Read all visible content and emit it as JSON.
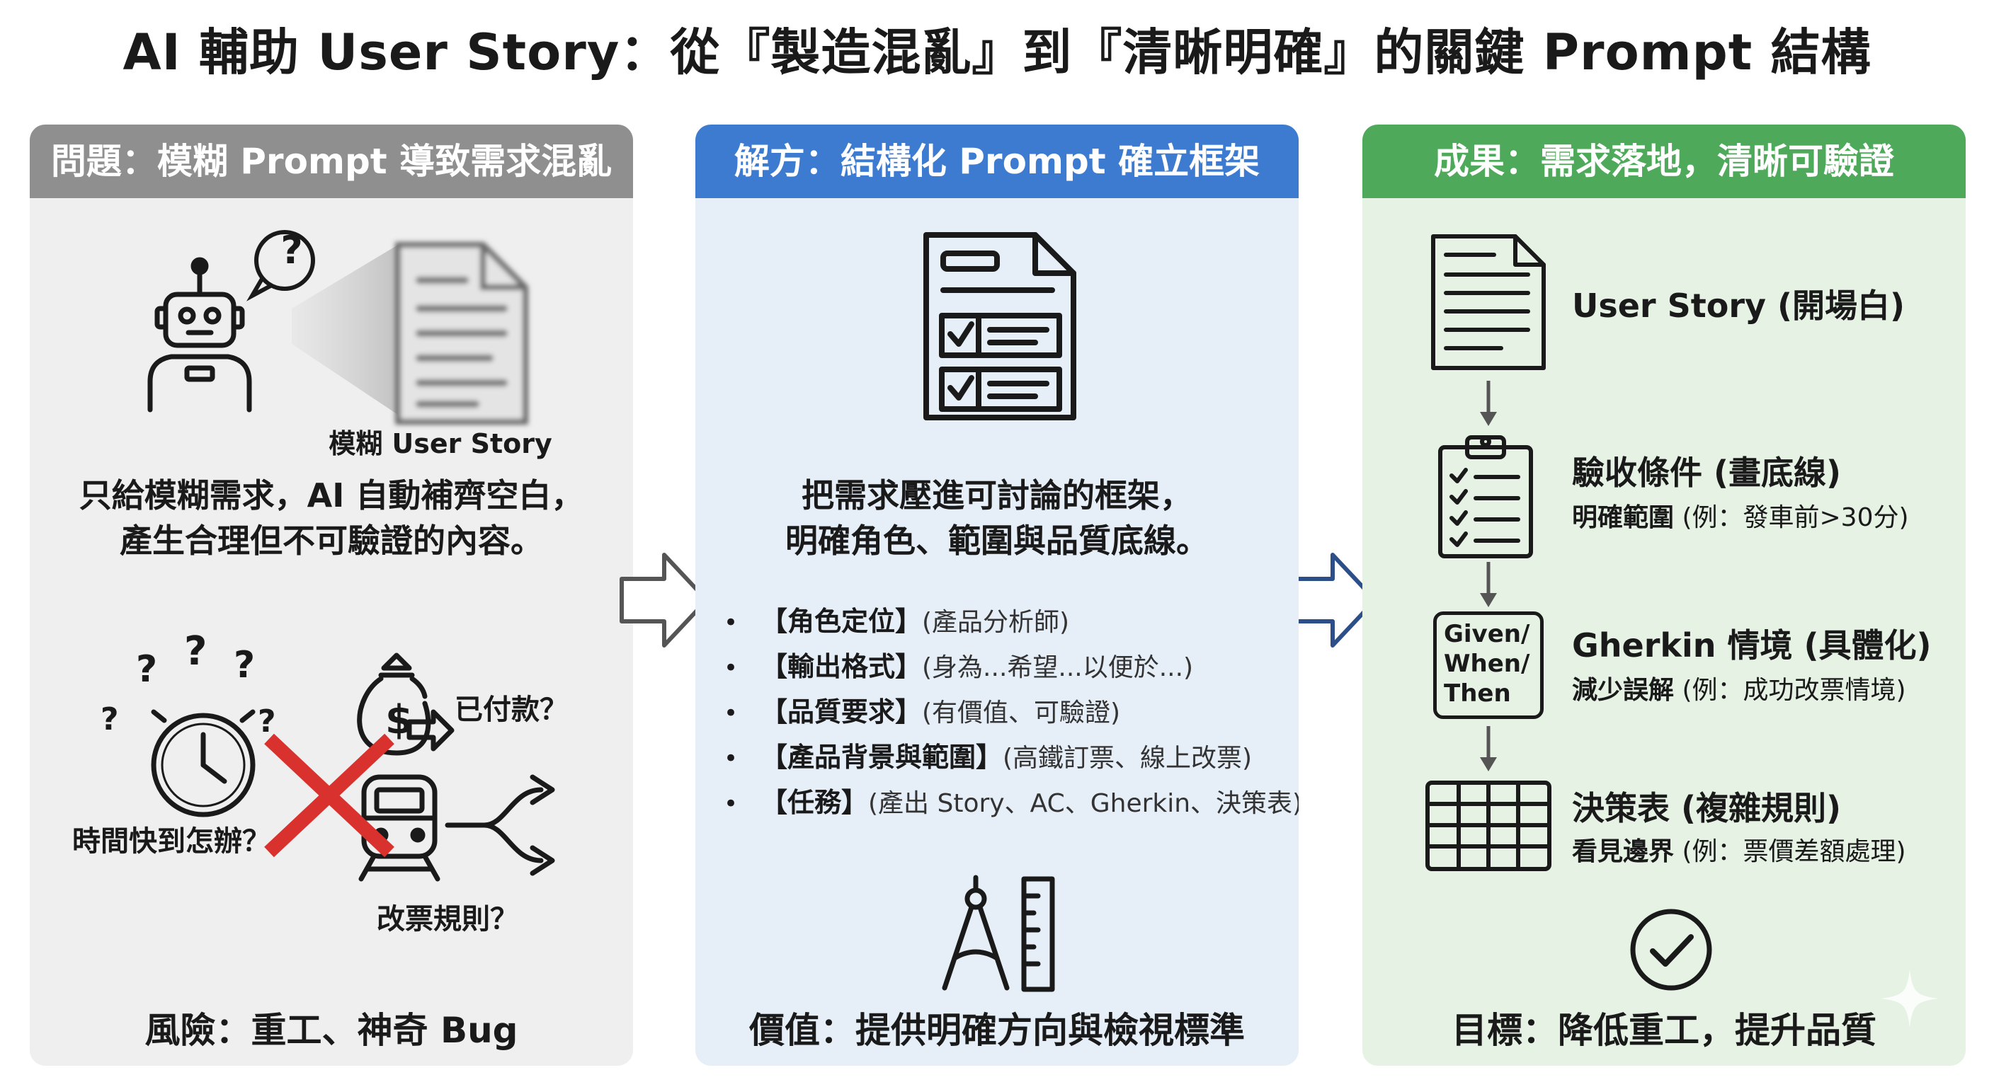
{
  "title": "AI 輔助 User Story：從『製造混亂』到『清晰明確』的關鍵 Prompt 結構",
  "problem": {
    "header": "問題：模糊 Prompt 導致需求混亂",
    "doc_caption": "模糊 User Story",
    "desc_line1": "只給模糊需求，AI 自動補齊空白，",
    "desc_line2": "產生合理但不可驗證的內容。",
    "q_time": "時間快到怎辦？",
    "q_paid": "已付款？",
    "q_refund": "改票規則？",
    "risk": "風險：重工、神奇 Bug"
  },
  "solution": {
    "header": "解方：結構化 Prompt 確立框架",
    "desc_line1": "把需求壓進可討論的框架，",
    "desc_line2": "明確角色、範圍與品質底線。",
    "bullets": [
      {
        "key": "【角色定位】",
        "value": "(產品分析師)"
      },
      {
        "key": "【輸出格式】",
        "value": "(身為...希望...以便於...)"
      },
      {
        "key": "【品質要求】",
        "value": "(有價值、可驗證)"
      },
      {
        "key": "【產品背景與範圍】",
        "value": "(高鐵訂票、線上改票)"
      },
      {
        "key": "【任務】",
        "value": "(產出 Story、AC、Gherkin、決策表)"
      }
    ],
    "value": "價值：提供明確方向與檢視標準"
  },
  "result": {
    "header": "成果：需求落地，清晰可驗證",
    "items": [
      {
        "title": "User Story (開場白)",
        "sub_bold": "",
        "sub": ""
      },
      {
        "title": "驗收條件 (畫底線)",
        "sub_bold": "明確範圍",
        "sub": " (例：發車前>30分)"
      },
      {
        "title": "Gherkin 情境 (具體化)",
        "sub_bold": "減少誤解",
        "sub": " (例：成功改票情境)"
      },
      {
        "title": "決策表 (複雜規則)",
        "sub_bold": "看見邊界",
        "sub": " (例：票價差額處理)"
      }
    ],
    "gherkin_box": [
      "Given/",
      "When/",
      "Then"
    ],
    "goal": "目標：降低重工，提升品質"
  },
  "bullet_symbol": "•",
  "colors": {
    "problem_header": "#8f8f8f",
    "solution_header": "#3d7bd1",
    "result_header": "#4ea95a",
    "red_x": "#d9322e",
    "arrow_blue": "#2c4f8a"
  },
  "icons": [
    "robot-icon",
    "question-bubble-icon",
    "blurry-document-icon",
    "clock-icon",
    "money-bag-icon",
    "train-icon",
    "split-arrow-icon",
    "red-x-icon",
    "checklist-document-icon",
    "compass-ruler-icon",
    "document-icon",
    "clipboard-checklist-icon",
    "table-icon",
    "check-circle-icon",
    "sparkle-icon"
  ]
}
